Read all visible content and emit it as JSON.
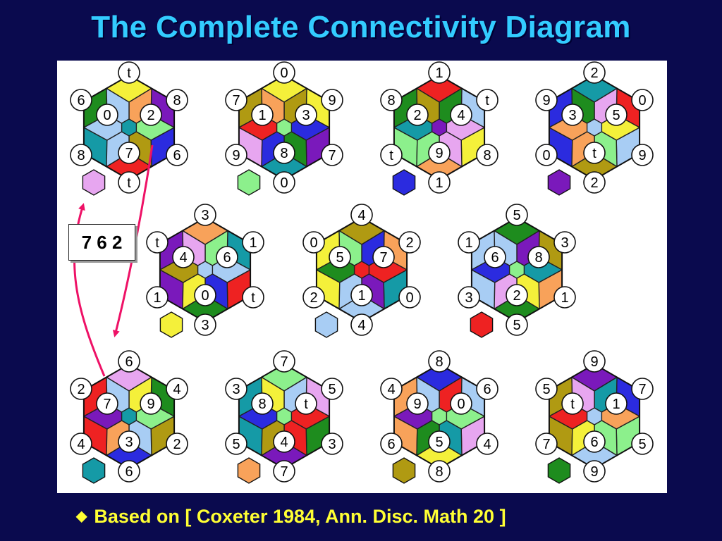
{
  "slide": {
    "title": "The Complete Connectivity Diagram",
    "footer": "Based on [ Coxeter 1984, Ann. Disc. Math 20 ]",
    "highlight_box": "7 6 2"
  },
  "colors": {
    "background": "#0a0a4e",
    "title": "#33ccff",
    "footer": "#ffff33",
    "arrow": "#ee1166",
    "panel": "#ffffff"
  },
  "icons": {
    "bullet": "diamond-icon"
  },
  "palette": {
    "purple": "#7a19bb",
    "blue": "#2b2bdf",
    "red": "#ee2222",
    "teal": "#159aa6",
    "green": "#1e8c1e",
    "olive": "#b09a12",
    "orange": "#f8a25a",
    "yellow": "#f4f03a",
    "lightblue": "#a8cdf4",
    "lightgreen": "#8cf08c",
    "pink": "#e7a6f0"
  },
  "figures": [
    {
      "labels": {
        "top": "t",
        "ul": "6",
        "ur": "8",
        "ll": "8",
        "lr": "6",
        "bottom": "t",
        "il": "0",
        "ir": "2",
        "ib": "7"
      },
      "faces": [
        "yellow",
        "purple",
        "blue",
        "red",
        "teal",
        "green",
        "orange",
        "lightgreen",
        "olive",
        "lightblue",
        "lightblue",
        "lightblue",
        "teal"
      ],
      "swatch": "pink"
    },
    {
      "labels": {
        "top": "0",
        "ul": "7",
        "ur": "9",
        "ll": "9",
        "lr": "7",
        "bottom": "0",
        "il": "1",
        "ir": "3",
        "ib": "8"
      },
      "faces": [
        "yellow",
        "yellow",
        "purple",
        "teal",
        "pink",
        "olive",
        "olive",
        "blue",
        "green",
        "blue",
        "red",
        "orange",
        "lightgreen"
      ],
      "swatch": "lightgreen"
    },
    {
      "labels": {
        "top": "1",
        "ul": "8",
        "ur": "t",
        "ll": "t",
        "lr": "8",
        "bottom": "1",
        "il": "2",
        "ir": "4",
        "ib": "9"
      },
      "faces": [
        "red",
        "lightblue",
        "yellow",
        "orange",
        "lightgreen",
        "green",
        "green",
        "pink",
        "pink",
        "lightgreen",
        "teal",
        "olive",
        "purple"
      ],
      "swatch": "blue"
    },
    {
      "labels": {
        "top": "2",
        "ul": "9",
        "ur": "0",
        "ll": "0",
        "lr": "9",
        "bottom": "2",
        "il": "3",
        "ir": "5",
        "ib": "t"
      },
      "faces": [
        "teal",
        "red",
        "lightblue",
        "olive",
        "blue",
        "blue",
        "pink",
        "yellow",
        "lightgreen",
        "orange",
        "orange",
        "green",
        "lightblue"
      ],
      "swatch": "purple"
    },
    {
      "labels": {
        "top": "3",
        "ul": "t",
        "ur": "1",
        "ll": "1",
        "lr": "t",
        "bottom": "3",
        "il": "4",
        "ir": "6",
        "ib": "0"
      },
      "faces": [
        "orange",
        "teal",
        "red",
        "green",
        "purple",
        "purple",
        "lightgreen",
        "lightblue",
        "blue",
        "yellow",
        "olive",
        "pink",
        "lightblue"
      ],
      "swatch": "yellow"
    },
    {
      "labels": {
        "top": "4",
        "ul": "0",
        "ur": "2",
        "ll": "2",
        "lr": "0",
        "bottom": "4",
        "il": "5",
        "ir": "7",
        "ib": "1"
      },
      "faces": [
        "olive",
        "orange",
        "teal",
        "lightblue",
        "yellow",
        "yellow",
        "blue",
        "red",
        "purple",
        "lightblue",
        "green",
        "lightgreen",
        "red"
      ],
      "swatch": "lightblue"
    },
    {
      "labels": {
        "top": "5",
        "ul": "1",
        "ur": "3",
        "ll": "3",
        "lr": "1",
        "bottom": "5",
        "il": "6",
        "ir": "8",
        "ib": "2"
      },
      "faces": [
        "green",
        "olive",
        "orange",
        "green",
        "lightblue",
        "lightblue",
        "purple",
        "teal",
        "yellow",
        "pink",
        "blue",
        "lightblue",
        "lightgreen"
      ],
      "swatch": "red"
    },
    {
      "labels": {
        "top": "6",
        "ul": "2",
        "ur": "4",
        "ll": "4",
        "lr": "2",
        "bottom": "6",
        "il": "7",
        "ir": "9",
        "ib": "3"
      },
      "faces": [
        "pink",
        "green",
        "olive",
        "blue",
        "red",
        "red",
        "yellow",
        "lightgreen",
        "lightblue",
        "orange",
        "purple",
        "lightblue",
        "teal"
      ],
      "swatch": "teal"
    },
    {
      "labels": {
        "top": "7",
        "ul": "3",
        "ur": "5",
        "ll": "5",
        "lr": "3",
        "bottom": "7",
        "il": "8",
        "ir": "t",
        "ib": "4"
      },
      "faces": [
        "lightgreen",
        "pink",
        "green",
        "purple",
        "teal",
        "teal",
        "lightblue",
        "red",
        "red",
        "olive",
        "blue",
        "yellow",
        "lightgreen"
      ],
      "swatch": "orange"
    },
    {
      "labels": {
        "top": "8",
        "ul": "4",
        "ur": "6",
        "ll": "6",
        "lr": "4",
        "bottom": "8",
        "il": "9",
        "ir": "0",
        "ib": "5"
      },
      "faces": [
        "blue",
        "lightblue",
        "pink",
        "yellow",
        "orange",
        "orange",
        "red",
        "lightgreen",
        "teal",
        "green",
        "purple",
        "lightblue",
        "lightgreen"
      ],
      "swatch": "olive"
    },
    {
      "labels": {
        "top": "9",
        "ul": "5",
        "ur": "7",
        "ll": "7",
        "lr": "5",
        "bottom": "9",
        "il": "t",
        "ir": "1",
        "ib": "6"
      },
      "faces": [
        "purple",
        "blue",
        "lightgreen",
        "lightblue",
        "olive",
        "olive",
        "teal",
        "orange",
        "lightgreen",
        "yellow",
        "red",
        "pink",
        "lightblue"
      ],
      "swatch": "green"
    }
  ]
}
